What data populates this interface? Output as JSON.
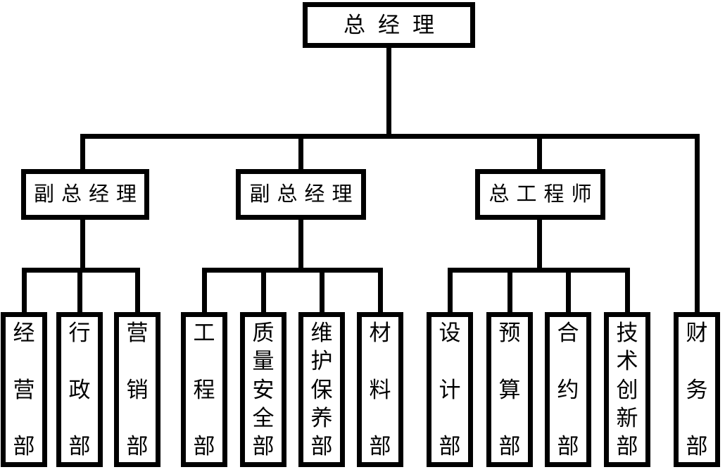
{
  "colors": {
    "line": "#000000",
    "box_border": "#000000",
    "background": "#ffffff",
    "text": "#000000"
  },
  "org_chart": {
    "type": "organization-chart",
    "root": {
      "label": "总经理"
    },
    "branches": [
      {
        "label": "副总经理",
        "departments": [
          "经营部",
          "行政部",
          "营销部"
        ]
      },
      {
        "label": "副总经理",
        "departments": [
          "工程部",
          "质量安全部",
          "维护保养部",
          "材料部"
        ]
      },
      {
        "label": "总工程师",
        "departments": [
          "设计部",
          "预算部",
          "合约部",
          "技术创新部"
        ]
      }
    ],
    "root_direct_departments": [
      "财务部"
    ]
  }
}
